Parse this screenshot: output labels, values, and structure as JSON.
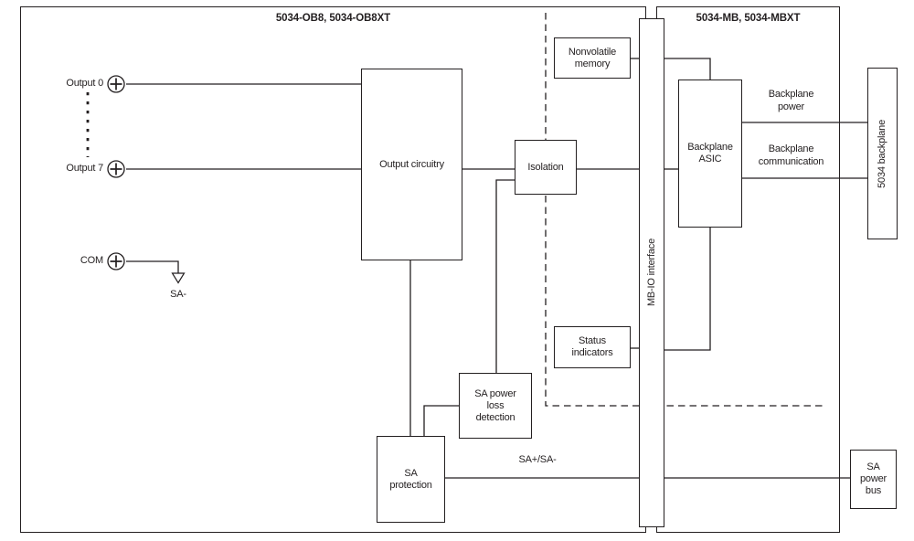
{
  "figure": {
    "left_module_title": "5034-OB8, 5034-OB8XT",
    "right_module_title": "5034-MB, 5034-MBXT"
  },
  "terminals": {
    "output0": "Output 0",
    "output7": "Output 7",
    "com": "COM",
    "sa_minus": "SA-"
  },
  "blocks": {
    "output_circuitry": "Output circuitry",
    "isolation": "Isolation",
    "nonvolatile_memory": "Nonvolatile\nmemory",
    "mb_io_interface": "MB-IO interface",
    "backplane_asic": "Backplane\nASIC",
    "status_indicators": "Status\nindicators",
    "sa_power_loss_detection": "SA power\nloss\ndetection",
    "sa_protection": "SA\nprotection",
    "sa_power_bus": "SA\npower\nbus",
    "backplane_5034": "5034 backplane"
  },
  "wire_labels": {
    "backplane_power": "Backplane\npower",
    "backplane_communication": "Backplane\ncommunication",
    "sa_bus": "SA+/SA-"
  },
  "colors": {
    "line": "#231f20",
    "background": "#ffffff"
  }
}
